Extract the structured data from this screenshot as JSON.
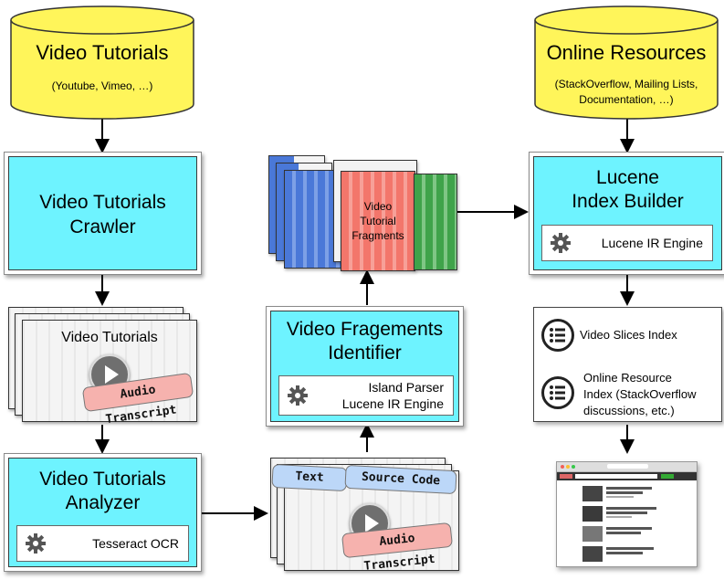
{
  "video_source": {
    "title": "Video Tutorials",
    "subtitle": "(Youtube, Vimeo, …)"
  },
  "online_resources": {
    "title": "Online Resources",
    "subtitle_line1": "(StackOverflow, Mailing Lists,",
    "subtitle_line2": "Documentation, …)"
  },
  "crawler": {
    "title_line1": "Video Tutorials",
    "title_line2": "Crawler"
  },
  "crawled_videos": {
    "label": "Video Tutorials",
    "transcript": "Audio Transcript"
  },
  "analyzer": {
    "title_line1": "Video Tutorials",
    "title_line2": "Analyzer",
    "engine": "Tesseract OCR"
  },
  "analysis_output": {
    "text_tag": "Text",
    "code_tag": "Source Code",
    "transcript": "Audio Transcript"
  },
  "identifier": {
    "title_line1": "Video Fragements",
    "title_line2": "Identifier",
    "engine_line1": "Island Parser",
    "engine_line2": "Lucene IR Engine"
  },
  "fragments": {
    "label_line1": "Video",
    "label_line2": "Tutorial",
    "label_line3": "Fragments"
  },
  "index_builder": {
    "title_line1": "Lucene",
    "title_line2": "Index Builder",
    "engine": "Lucene IR Engine"
  },
  "indexes": {
    "video_index": "Video Slices Index",
    "resource_line1": "Online Resource",
    "resource_line2": "Index (StackOverflow",
    "resource_line3": "discussions, etc.)"
  },
  "colors": {
    "database": "#fff55a",
    "process": "#6ef3ff",
    "blue_fragment": "#4a78d8",
    "red_fragment": "#f3766b",
    "green_fragment": "#3fa34a"
  },
  "icons": [
    "database-icon",
    "gear-icon",
    "play-icon",
    "list-icon",
    "browser-window-icon"
  ]
}
